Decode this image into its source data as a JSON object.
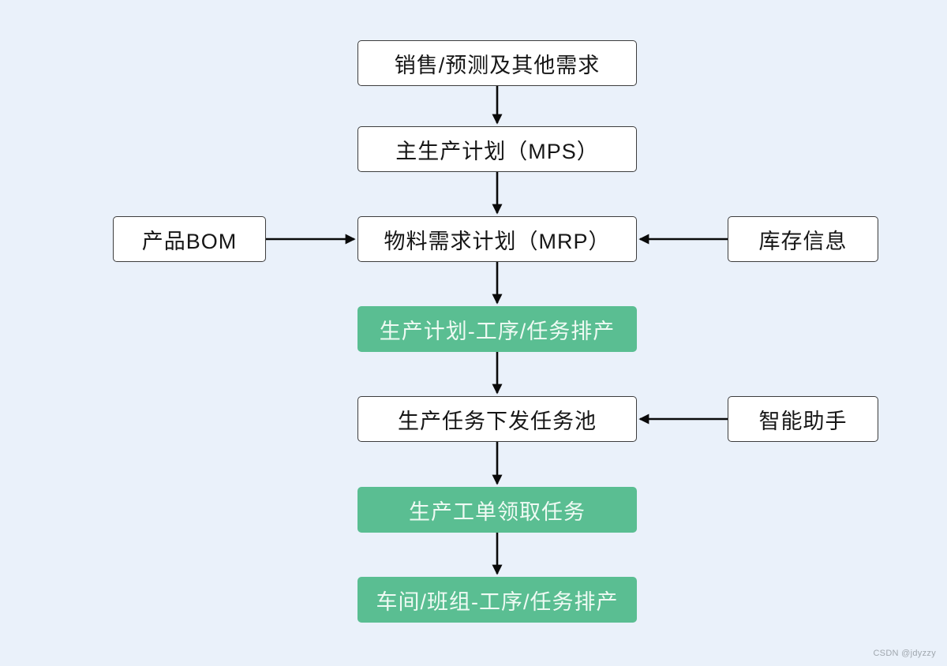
{
  "colors": {
    "background": "#eaf1fa",
    "node_fill": "#ffffff",
    "node_border": "#3d3d3d",
    "highlight_fill": "#5abe92",
    "highlight_text": "#eefaf3",
    "arrow": "#0a0a0a",
    "watermark_color": "#a0a7ae"
  },
  "watermark": "CSDN @jdyzzy",
  "flowchart": {
    "nodes": {
      "sales": {
        "label": "销售/预测及其他需求"
      },
      "mps": {
        "label": "主生产计划（MPS）"
      },
      "bom": {
        "label": "产品BOM"
      },
      "mrp": {
        "label": "物料需求计划（MRP）"
      },
      "inventory": {
        "label": "库存信息"
      },
      "plan_scheduling": {
        "label": "生产计划-工序/任务排产"
      },
      "task_pool": {
        "label": "生产任务下发任务池"
      },
      "assistant": {
        "label": "智能助手"
      },
      "work_order": {
        "label": "生产工单领取任务"
      },
      "workshop_scheduling": {
        "label": "车间/班组-工序/任务排产"
      }
    }
  }
}
